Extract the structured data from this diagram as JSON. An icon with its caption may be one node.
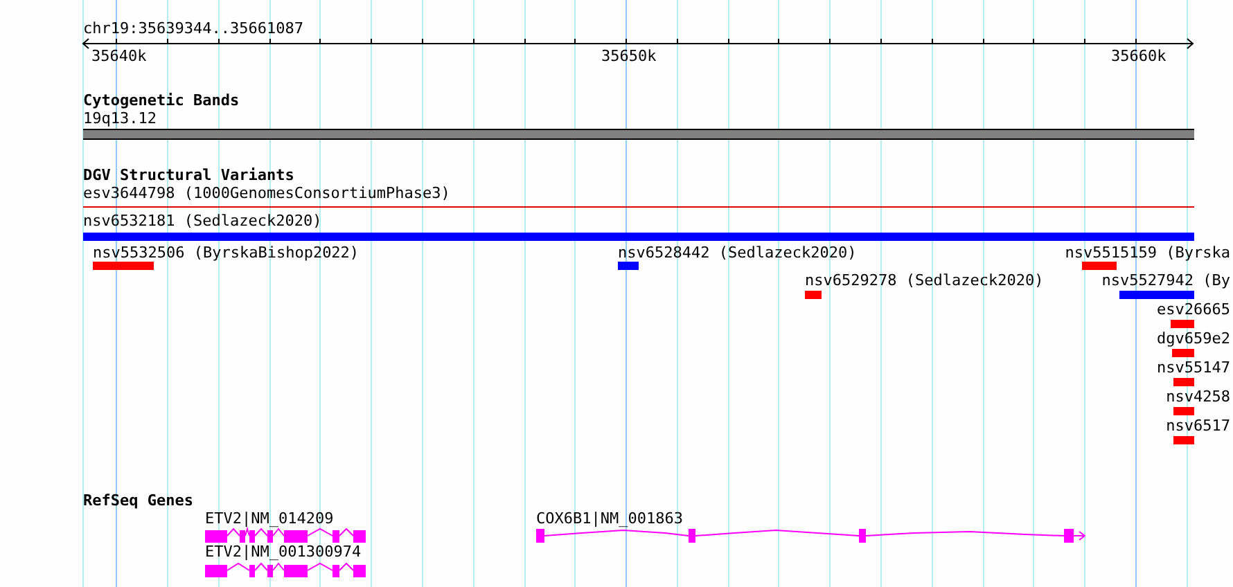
{
  "diagram": {
    "labels": [
      "chr19:35639344..35661087",
      "35640k",
      "35650k",
      "35660k",
      "Cytogenetic Bands",
      "19q13.12",
      "DGV Structural Variants",
      "esv3644798 (1000GenomesConsortiumPhase3)",
      "nsv6532181 (Sedlazeck2020)",
      "nsv5532506 (ByrskaBishop2022)",
      "nsv6528442 (Sedlazeck2020)",
      "nsv5515159 (Byrska",
      "nsv6529278 (Sedlazeck2020)",
      "nsv5527942 (By",
      "esv26665",
      "dgv659e2",
      "nsv55147",
      "nsv4258",
      "nsv6517",
      "RefSeq Genes",
      "ETV2|NM_014209",
      "ETV2|NM_001300974",
      "COX6B1|NM_001863"
    ]
  }
}
